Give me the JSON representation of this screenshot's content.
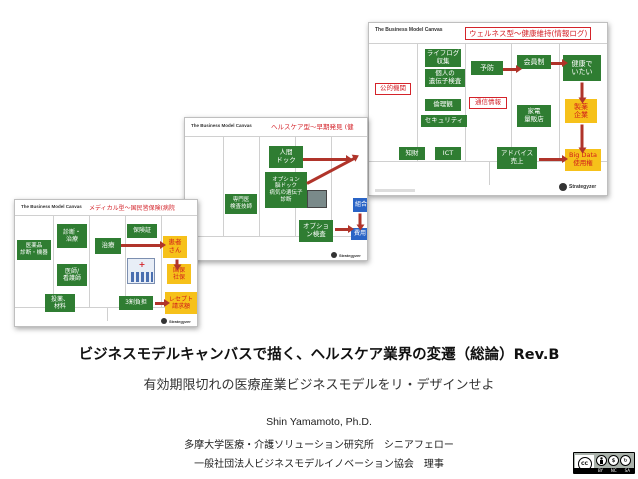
{
  "slide": {
    "title": "ビジネスモデルキャンバスで描く、ヘルスケア業界の変遷（総論）Rev.B",
    "subtitle": "有効期限切れの医療産業ビジネスモデルをリ・デザインせよ",
    "author_name": "Shin Yamamoto, Ph.D.",
    "affiliation_1": "多摩大学医療・介護ソリューション研究所　シニアフェロー",
    "affiliation_2": "一般社団法人ビジネスモデルイノベーション協会　理事"
  },
  "canvas_common": {
    "heading": "The Business Model Canvas",
    "logo_text": "Strategyzer"
  },
  "canvas_back": {
    "tag": "ウェルネス型〜健康維持(情報ログ)",
    "items": {
      "lifelog": "ライフログ\n収集",
      "personal_data": "個人の\n遺伝子検査",
      "public_org": "公的機関",
      "ethics": "倫理観",
      "security": "セキュリティ",
      "prevention": "予防",
      "comm_info": "通信情報",
      "membership": "会員制",
      "home_store": "家電\n量販店",
      "healthy": "健康で\nいたい",
      "pharma": "製薬\n企業",
      "ip": "知財",
      "ict": "ICT",
      "advice": "アドバイス\n売上",
      "big_data": "Big Data\n使用権"
    }
  },
  "canvas_middle": {
    "tag": "ヘルスケア型〜早期発見 (健",
    "items": {
      "human_dock": "人間\nドック",
      "option_dock": "オプション\n脳ドック\n病気の遺伝子\n診断",
      "specialist": "専門医\n検査技師",
      "option_check": "オプショ\nン検査",
      "union": "組合",
      "cost": "費用"
    }
  },
  "canvas_front": {
    "tag": "メディカル型〜国民皆保険(病院",
    "items": {
      "hospital": "医薬品\n診断・機器",
      "diagnosis": "診断・\n治療",
      "treatment": "治療",
      "insurance": "保険証",
      "doctor": "医師/\n看護師",
      "patient": "患者\nさん",
      "national": "国保\n社保",
      "drugs": "投薬、\n材料",
      "copay": "3割負担",
      "receipt": "レセプト\n請求額"
    }
  },
  "license_badge": {
    "labels": [
      "BY",
      "NC",
      "SA"
    ]
  }
}
